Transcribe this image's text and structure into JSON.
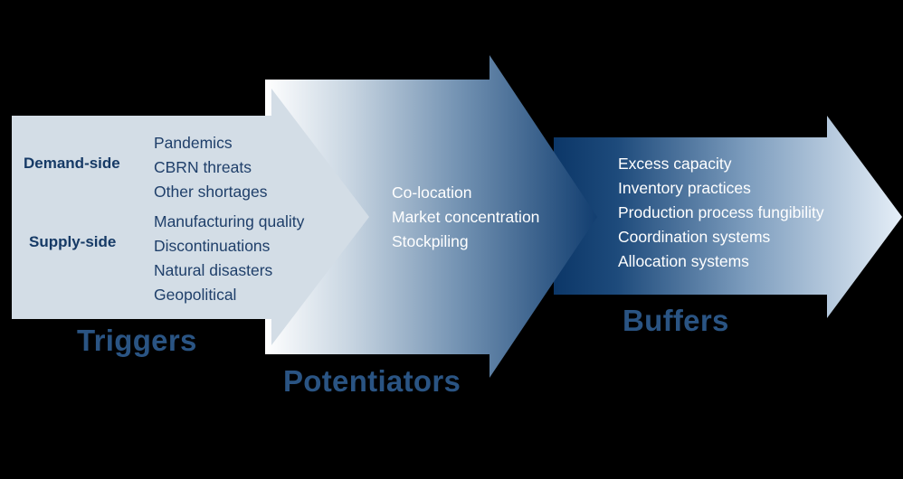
{
  "diagram": {
    "type": "chevron-flow",
    "colors": {
      "background": "#000000",
      "triggers_fill": "#d3dde6",
      "potentiators_gradient": [
        "#ffffff",
        "#1e4a7c"
      ],
      "buffers_gradient": [
        "#0e3a6b",
        "#e3edf7"
      ],
      "stage_label": "#2a5483",
      "category_label": "#163a66"
    },
    "stages": [
      {
        "label": "Triggers",
        "groups": [
          {
            "category": "Demand-side",
            "items": [
              "Pandemics",
              "CBRN threats",
              "Other shortages"
            ]
          },
          {
            "category": "Supply-side",
            "items": [
              "Manufacturing quality",
              "Discontinuations",
              "Natural disasters",
              "Geopolitical"
            ]
          }
        ]
      },
      {
        "label": "Potentiators",
        "items": [
          "Co-location",
          "Market concentration",
          "Stockpiling"
        ]
      },
      {
        "label": "Buffers",
        "items": [
          "Excess capacity",
          "Inventory practices",
          "Production process fungibility",
          "Coordination systems",
          "Allocation systems"
        ]
      }
    ]
  }
}
